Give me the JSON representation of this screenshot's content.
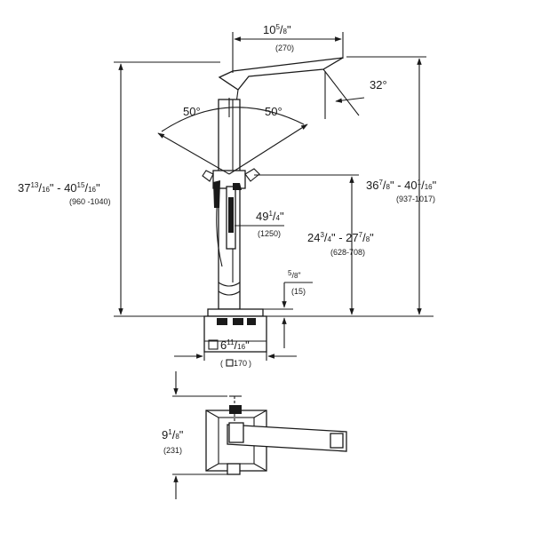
{
  "dimensions": {
    "top_width": {
      "whole": "10",
      "num": "5",
      "den": "8",
      "tail": "\"",
      "metric": "(270)"
    },
    "spout_angle": {
      "label": "32°"
    },
    "swivel_left": {
      "label": "50°"
    },
    "swivel_right": {
      "label": "50°"
    },
    "overall_left": {
      "whole": "37",
      "num": "13",
      "den": "16",
      "mid": "\" - 40",
      "num2": "15",
      "den2": "16",
      "tail": "\"",
      "metric": "(960 -1040)"
    },
    "overall_right": {
      "whole": "36",
      "num": "7",
      "den": "8",
      "mid": "\" - 40",
      "num2": "1",
      "den2": "16",
      "tail": "\"",
      "metric": "(937-1017)"
    },
    "hose": {
      "whole": "49",
      "num": "1",
      "den": "4",
      "tail": "\"",
      "metric": "(1250)"
    },
    "handle_height": {
      "whole": "24",
      "num": "3",
      "den": "4",
      "mid": "\" - 27",
      "num2": "7",
      "den2": "8",
      "tail": "\"",
      "metric": "(628-708)"
    },
    "base_thickness": {
      "num": "5",
      "den": "8",
      "tail": "\"",
      "metric": "(15)"
    },
    "base_square": {
      "whole": "6",
      "num": "11",
      "den": "16",
      "tail": "\"",
      "metric": "170"
    },
    "plan_depth": {
      "whole": "9",
      "num": "1",
      "den": "8",
      "tail": "\"",
      "metric": "(231)"
    }
  },
  "colors": {
    "line": "#1a1a1a",
    "background": "#ffffff"
  }
}
